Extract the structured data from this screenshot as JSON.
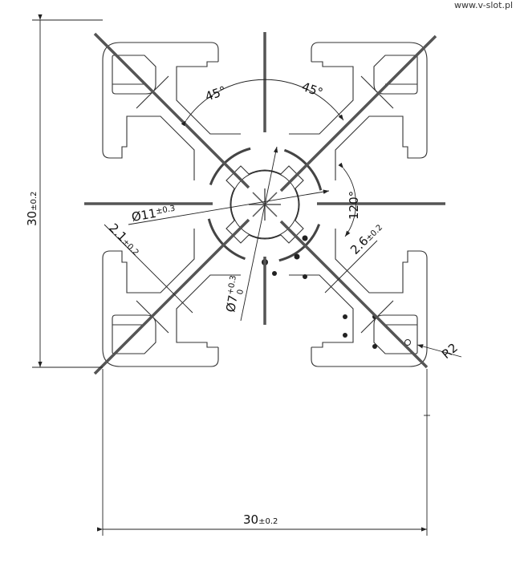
{
  "watermark": "www.v-slot.pl",
  "dimensions": {
    "height": "30",
    "height_tol": "±0.2",
    "width": "30",
    "width_tol": "±0.2",
    "angle_left": "45°",
    "angle_right": "45°",
    "bore_outer": "Ø11",
    "bore_outer_tol": "±0.3",
    "wall_left": "2.1",
    "wall_left_tol": "±0.2",
    "angle_core": "120°",
    "wall_right": "2.6",
    "wall_right_tol": "±0.2",
    "bore_inner": "Ø7",
    "bore_inner_tol_upper": "+0.3",
    "bore_inner_tol_lower": "0",
    "radius": "R2"
  }
}
